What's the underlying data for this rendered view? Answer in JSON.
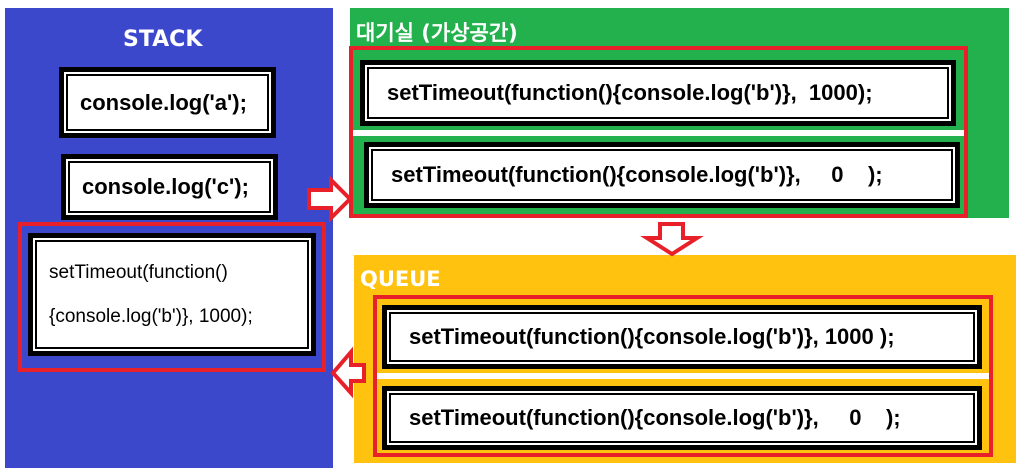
{
  "colors": {
    "stack": "#3c48cc",
    "waiting": "#22b14c",
    "queue": "#ffc20e",
    "highlight": "#e8202a",
    "box_border": "#000000",
    "box_fill": "#ffffff",
    "arrow_fill": "#ffffff",
    "arrow_stroke": "#e8202a"
  },
  "stack": {
    "title": "STACK",
    "items": [
      {
        "text": "console.log('a');"
      },
      {
        "text": "console.log('c');"
      }
    ],
    "highlighted_item": {
      "line1": "setTimeout(function()",
      "line2": "{console.log('b')}, 1000);"
    }
  },
  "waiting_room": {
    "title": "대기실 (가상공간)",
    "items": [
      {
        "text": "setTimeout(function(){console.log('b')},  1000);"
      },
      {
        "text": "setTimeout(function(){console.log('b')},     0    );"
      }
    ]
  },
  "queue": {
    "title": "QUEUE",
    "items": [
      {
        "text": "setTimeout(function(){console.log('b')}, 1000 );"
      },
      {
        "text": "setTimeout(function(){console.log('b')},     0    );"
      }
    ]
  },
  "arrows": [
    {
      "name": "stack-to-waiting-arrow",
      "direction": "right"
    },
    {
      "name": "waiting-to-queue-arrow",
      "direction": "down"
    },
    {
      "name": "queue-to-stack-arrow",
      "direction": "left"
    }
  ]
}
